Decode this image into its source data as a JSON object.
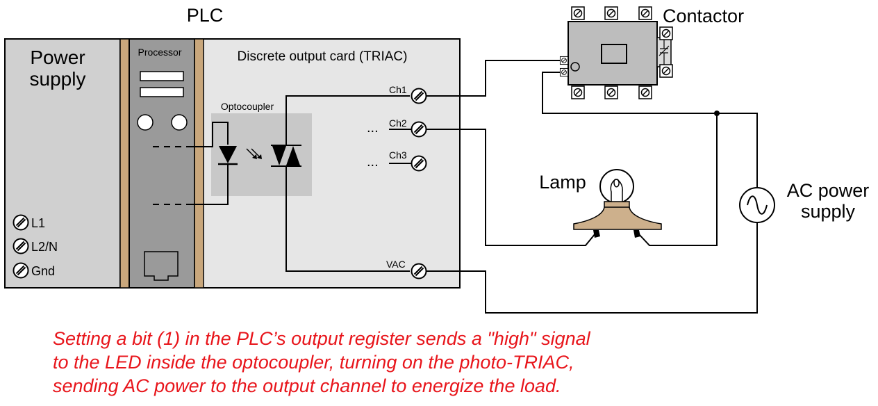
{
  "labels": {
    "plc": "PLC",
    "power_supply_line1": "Power",
    "power_supply_line2": "supply",
    "processor": "Processor",
    "output_card": "Discrete output card (TRIAC)",
    "optocoupler": "Optocoupler",
    "ch1": "Ch1",
    "ch2": "Ch2",
    "ch3": "Ch3",
    "vac": "VAC",
    "l1": "L1",
    "l2n": "L2/N",
    "gnd": "Gnd",
    "contactor": "Contactor",
    "lamp": "Lamp",
    "ac_supply_line1": "AC power",
    "ac_supply_line2": "supply",
    "ellipsis": "..."
  },
  "caption": [
    "Setting a bit (1) in the PLC’s output register sends a \"high\" signal",
    "to the LED inside the optocoupler, turning on the photo-TRIAC,",
    "sending AC power to the output channel to energize the load."
  ],
  "colors": {
    "caption": "#e8151b",
    "chassis": "#e6e6e6",
    "power_supply": "#d0d0d0",
    "processor": "#9a9a9a",
    "rail": "#c9a77c",
    "optocoupler_box": "#c8c8c8",
    "contactor": "#bdbdbd",
    "lamp_base": "#cdb08c"
  },
  "icons": {
    "terminal": "terminal-screw-icon",
    "ac_source": "sine-wave-icon"
  }
}
